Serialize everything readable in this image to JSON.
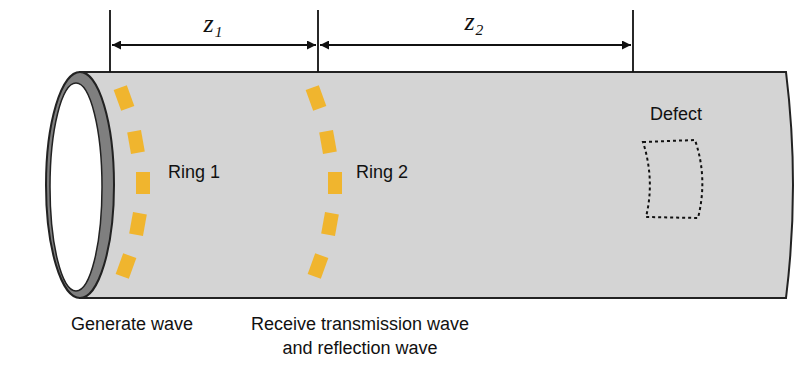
{
  "diagram": {
    "labels": [
      "z₁",
      "z₂",
      "Ring 1",
      "Ring 2",
      "Defect",
      "Generate wave",
      "Receive transmission wave and reflection wave"
    ]
  }
}
